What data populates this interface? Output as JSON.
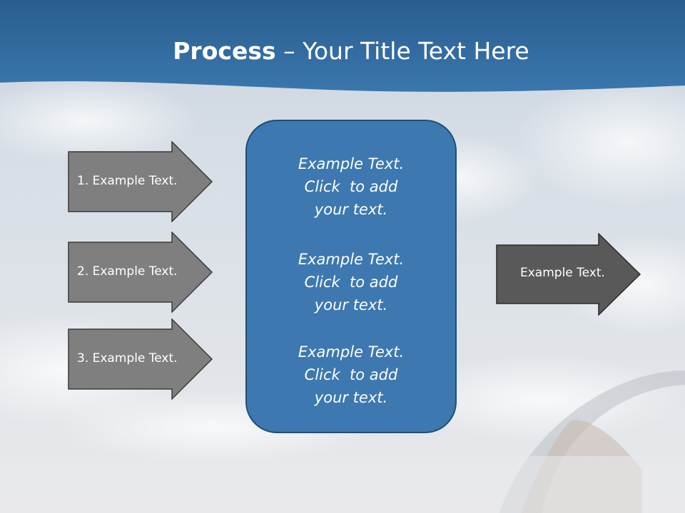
{
  "slide": {
    "title_bold": "Process",
    "title_rest": " – Your Title Text Here",
    "inputs": [
      {
        "label": "1. Example Text."
      },
      {
        "label": "2. Example Text."
      },
      {
        "label": "3. Example Text."
      }
    ],
    "center_items": [
      {
        "line1": "Example Text.",
        "line2": "Click  to add",
        "line3": "your text."
      },
      {
        "line1": "Example Text.",
        "line2": "Click  to add",
        "line3": "your text."
      },
      {
        "line1": "Example Text.",
        "line2": "Click  to add",
        "line3": "your text."
      }
    ],
    "output": {
      "label": "Example Text."
    }
  },
  "colors": {
    "header_blue": "#2f6496",
    "center_box_fill": "#3d78b0",
    "center_box_border": "#1f4e79",
    "input_arrow_fill": "#7f7f7f",
    "output_arrow_fill": "#595959"
  },
  "icons": {
    "background_photo": "windshield-sky-clouds-hand-on-steering-wheel"
  }
}
